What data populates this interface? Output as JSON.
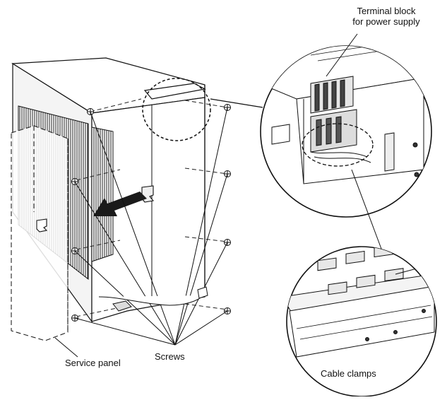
{
  "labels": {
    "terminal_block": "Terminal block\nfor power supply",
    "terminal_block_line1": "Terminal block",
    "terminal_block_line2": "for power supply",
    "cable_clamps": "Cable clamps",
    "screws": "Screws",
    "service_panel": "Service panel"
  },
  "colors": {
    "line": "#111111",
    "fill_light": "#f2f2f2",
    "fill_mid": "#d9d9d9",
    "arrow": "#1a1a1a"
  },
  "icons": [
    "screw-icon",
    "direction-arrow-icon",
    "cable-clamp-icon",
    "terminal-block-icon"
  ]
}
